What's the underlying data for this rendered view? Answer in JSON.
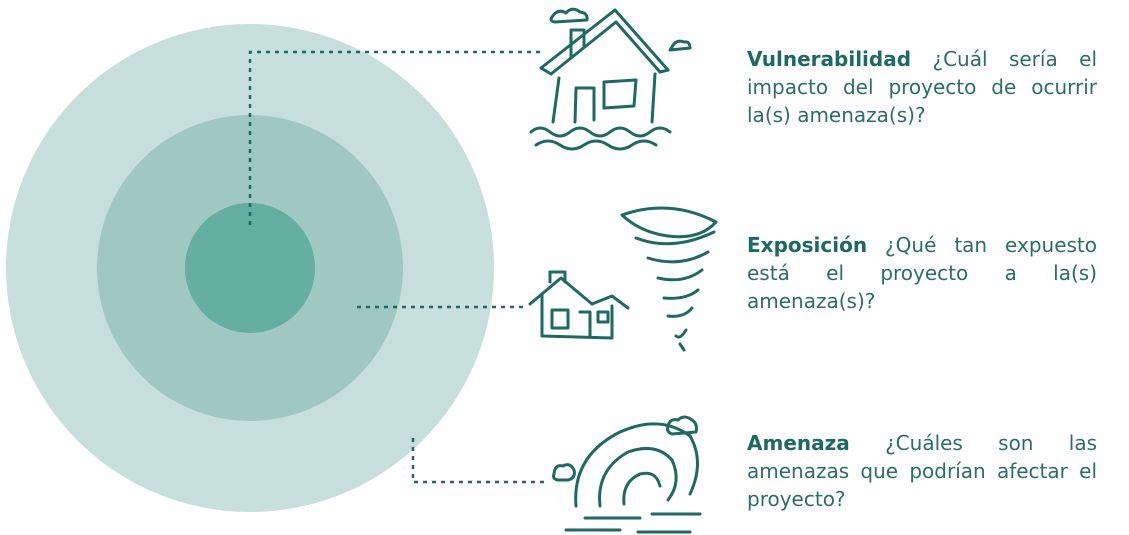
{
  "colors": {
    "outer_ring": "#c7dfdb",
    "middle_ring": "#9fc8c1",
    "inner_circle": "#64aea2",
    "accent": "#1d6a62",
    "body_text": "#2b6e68"
  },
  "icons": {
    "vulnerability": "flooded-house-icon",
    "exposure": "house-tornado-icon",
    "hazard": "ocean-wave-icon"
  },
  "items": [
    {
      "term": "Vulnerabilidad",
      "question": "¿Cuál sería el impacto del proyecto de ocurrir la(s) amenaza(s)?"
    },
    {
      "term": "Exposición",
      "question": "¿Qué tan expuesto está el proyecto a la(s) amenaza(s)?"
    },
    {
      "term": "Amenaza",
      "question": "¿Cuáles son las amenazas que podrían afectar el proyecto?"
    }
  ]
}
